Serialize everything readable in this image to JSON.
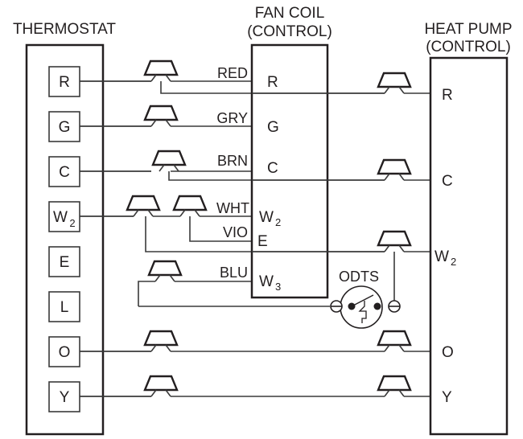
{
  "title": "Thermostat to Fan Coil and Heat Pump wiring diagram",
  "units": {
    "thermostat": {
      "title": "THERMOSTAT",
      "terminals": [
        {
          "id": "R",
          "main": "R",
          "sub": ""
        },
        {
          "id": "G",
          "main": "G",
          "sub": ""
        },
        {
          "id": "C",
          "main": "C",
          "sub": ""
        },
        {
          "id": "W2",
          "main": "W",
          "sub": "2"
        },
        {
          "id": "E",
          "main": "E",
          "sub": ""
        },
        {
          "id": "L",
          "main": "L",
          "sub": ""
        },
        {
          "id": "O",
          "main": "O",
          "sub": ""
        },
        {
          "id": "Y",
          "main": "Y",
          "sub": ""
        }
      ]
    },
    "fan_coil": {
      "title_line1": "FAN COIL",
      "title_line2": "(CONTROL)",
      "terminals": [
        {
          "id": "R",
          "main": "R",
          "sub": ""
        },
        {
          "id": "G",
          "main": "G",
          "sub": ""
        },
        {
          "id": "C",
          "main": "C",
          "sub": ""
        },
        {
          "id": "W2",
          "main": "W",
          "sub": "2"
        },
        {
          "id": "E",
          "main": "E",
          "sub": ""
        },
        {
          "id": "W3",
          "main": "W",
          "sub": "3"
        }
      ]
    },
    "heat_pump": {
      "title_line1": "HEAT PUMP",
      "title_line2": "(CONTROL)",
      "terminals": [
        {
          "id": "R",
          "main": "R",
          "sub": ""
        },
        {
          "id": "C",
          "main": "C",
          "sub": ""
        },
        {
          "id": "W2",
          "main": "W",
          "sub": "2"
        },
        {
          "id": "O",
          "main": "O",
          "sub": ""
        },
        {
          "id": "Y",
          "main": "Y",
          "sub": ""
        }
      ]
    }
  },
  "wire_colors": {
    "red": "RED",
    "gray": "GRY",
    "brown": "BRN",
    "white": "WHT",
    "violet": "VIO",
    "blue": "BLU"
  },
  "odts": {
    "label": "ODTS"
  },
  "connections": [
    {
      "from": "thermostat.R",
      "to": [
        "fan_coil.R",
        "heat_pump.R"
      ],
      "wire": "RED"
    },
    {
      "from": "thermostat.G",
      "to": [
        "fan_coil.G"
      ],
      "wire": "GRY"
    },
    {
      "from": "thermostat.C",
      "to": [
        "fan_coil.C",
        "heat_pump.C"
      ],
      "wire": "BRN"
    },
    {
      "from": "thermostat.W2",
      "to": [
        "fan_coil.W2",
        "fan_coil.E",
        "heat_pump.W2"
      ],
      "wire": "WHT/VIO"
    },
    {
      "from": "fan_coil.W3",
      "to": [
        "odts",
        "heat_pump.W2"
      ],
      "wire": "BLU"
    },
    {
      "from": "thermostat.O",
      "to": [
        "heat_pump.O"
      ],
      "wire": ""
    },
    {
      "from": "thermostat.Y",
      "to": [
        "heat_pump.Y"
      ],
      "wire": ""
    }
  ],
  "colors": {
    "line": "#231f20",
    "background": "#ffffff"
  }
}
